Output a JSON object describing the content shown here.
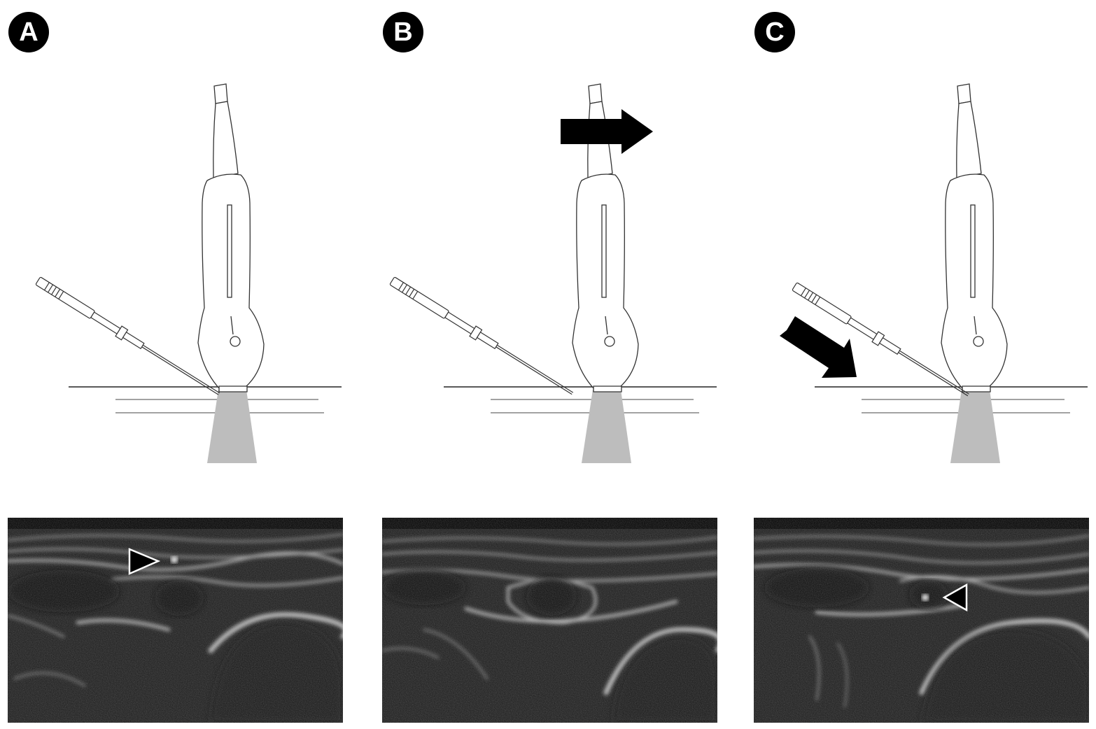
{
  "panels": [
    {
      "id": "A",
      "label": "A",
      "probe_motion": "none",
      "needle_motion": "none",
      "needle_in_beam": true,
      "arrowhead_marker": "right-pointing"
    },
    {
      "id": "B",
      "label": "B",
      "probe_motion": "slide-right",
      "needle_motion": "none",
      "needle_in_beam": false,
      "arrowhead_marker": "none"
    },
    {
      "id": "C",
      "label": "C",
      "probe_motion": "none",
      "needle_motion": "advance",
      "needle_in_beam": true,
      "arrowhead_marker": "left-pointing"
    }
  ],
  "colors": {
    "background": "#ffffff",
    "beam": "#bdbdbd",
    "outline": "#333333",
    "arrow": "#000000",
    "ultrasound_bg": "#1a1a1a"
  }
}
